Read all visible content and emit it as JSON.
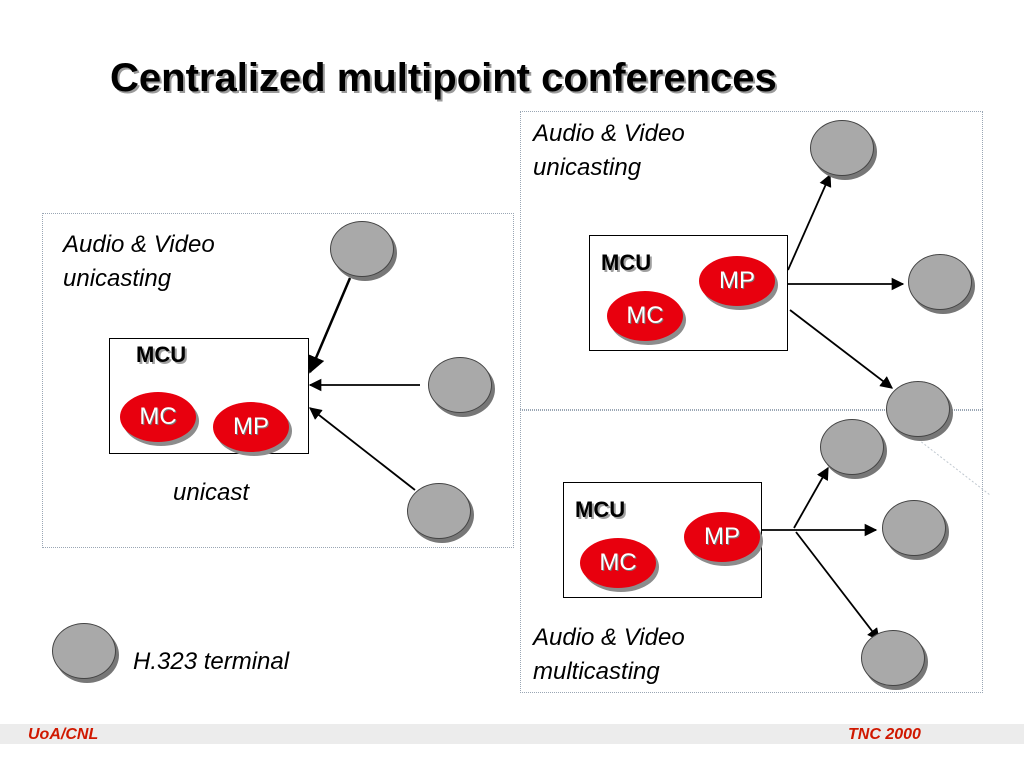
{
  "title": "Centralized multipoint conferences",
  "diagram": {
    "left": {
      "mode_label": [
        "Audio & Video",
        "unicasting"
      ],
      "mcu": {
        "label": "MCU",
        "mc": "MC",
        "mp": "MP"
      },
      "caption": "unicast"
    },
    "top_right": {
      "mode_label": [
        "Audio & Video",
        "unicasting"
      ],
      "mcu": {
        "label": "MCU",
        "mc": "MC",
        "mp": "MP"
      }
    },
    "bottom_right": {
      "mode_label": [
        "Audio & Video",
        "multicasting"
      ],
      "mcu": {
        "label": "MCU",
        "mc": "MC",
        "mp": "MP"
      }
    }
  },
  "legend": {
    "label": "H.323 terminal"
  },
  "footer": {
    "left": "UoA/CNL",
    "right": "TNC 2000"
  },
  "colors": {
    "pill": "#e8000e",
    "terminal": "#a9a9a9",
    "footer_text": "#d01800"
  }
}
